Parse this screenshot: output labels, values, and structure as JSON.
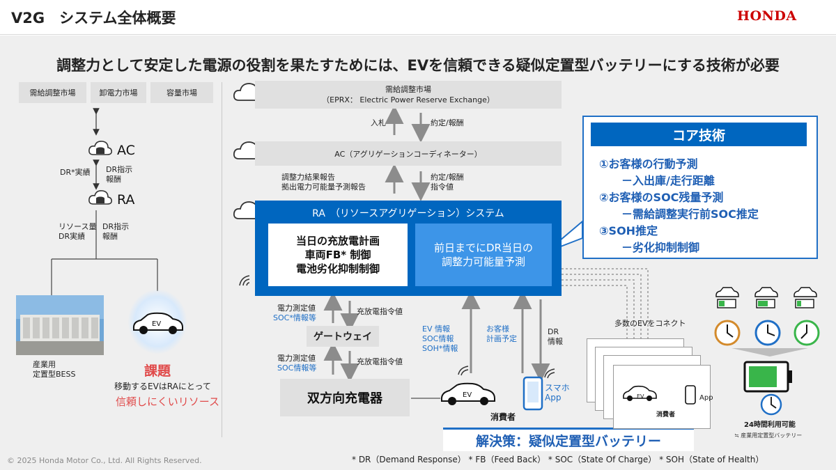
{
  "header": {
    "title": "V2G　システム全体概要",
    "logo": "HONDA"
  },
  "headline": "調整力として安定した電源の役割を果たすためには、EVを信頼できる疑似定置型バッテリーにする技術が必要",
  "left": {
    "markets": [
      "需給調整市場",
      "卸電力市場",
      "容量市場"
    ],
    "ac": "AC",
    "ra": "RA",
    "dr_result": "DR*実績",
    "dr_order": [
      "DR指示",
      "報酬"
    ],
    "resource": [
      "リソース量",
      "DR実績"
    ],
    "dr_order2": [
      "DR指示",
      "報酬"
    ],
    "bess_label": "EV",
    "bess_caption": [
      "産業用",
      "定置型BESS"
    ],
    "kadai_title": "課題",
    "kadai_line1": "移動するEVはRAにとって",
    "kadai_line2": "信頼しにくいリソース"
  },
  "center": {
    "market_box": [
      "需給調整市場",
      "（EPRX： Electric Power Reserve Exchange）"
    ],
    "bid": "入札",
    "contract1": "約定/報酬",
    "ac_box": "AC（アグリゲーションコーディネーター）",
    "report": [
      "調整力結果報告",
      "拠出電力可能量予測報告"
    ],
    "contract2": [
      "約定/報酬",
      "指令値"
    ],
    "ra_title": "RA　（リソースアグリゲーション）システム",
    "ra_left": [
      "当日の充放電計画",
      "車両FB* 制御",
      "電池劣化抑制制御"
    ],
    "ra_right": [
      "前日までにDR当日の",
      "調整力可能量予測"
    ],
    "power1": "電力測定値",
    "soc1": "SOC*情報等",
    "charge1": "充放電指令値",
    "gateway": "ゲートウェイ",
    "power2": "電力測定値",
    "soc2": "SOC情報等",
    "charge2": "充放電指令値",
    "charger": "双方向充電器",
    "ev_info": [
      "EV 情報",
      "SOC情報",
      "SOH*情報"
    ],
    "customer_plan": [
      "お客様",
      "計画予定"
    ],
    "dr_info": [
      "DR",
      "情報"
    ],
    "ev_label": "EV",
    "phone_label": [
      "スマホ",
      "App"
    ],
    "consumer": "消費者",
    "solution": "解決策：疑似定置型バッテリー"
  },
  "right": {
    "many_ev": "多数のEVをコネクト",
    "card_ev": "EV",
    "card_app": "App",
    "card_consumer": "消費者",
    "avail": "24時間利用可能",
    "approx": "≒ 産業用定置型バッテリー"
  },
  "core": {
    "title": "コア技術",
    "lines": [
      "①お客様の行動予測",
      "　　－入出庫/走行距離",
      "②お客様のSOC残量予測",
      "　　－需給調整実行前SOC推定",
      "③SOH推定",
      "　　－劣化抑制制御"
    ]
  },
  "footer": {
    "copyright": "© 2025 Honda Motor Co., Ltd. All Rights Reserved.",
    "notes": "* DR（Demand Response） * FB（Feed Back） * SOC（State Of Charge） * SOH（State of Health）"
  },
  "colors": {
    "accent_blue": "#0066bf",
    "light_blue": "#3d95e8",
    "red": "#cc0000",
    "kadai_red": "#e04a4a"
  }
}
